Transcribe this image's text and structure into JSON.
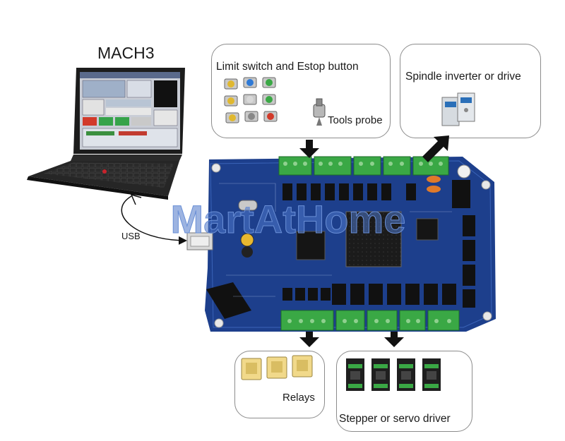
{
  "labels": {
    "mach3": "MACH3",
    "usb": "USB",
    "limit_switch": "Limit switch and Estop button",
    "tools_probe": "Tools probe",
    "spindle": "Spindle inverter or drive",
    "relays": "Relays",
    "stepper": "Stepper or servo driver"
  },
  "watermark": "MartAtHome",
  "colors": {
    "pcb": "#1d3f8c",
    "pcb_dark": "#14306e",
    "terminal_green": "#3aa845",
    "arrow": "#111111",
    "box_border": "#8c8c8c"
  },
  "icons": {
    "laptop": "laptop-icon",
    "board": "controller-board-icon",
    "switches": "switch-buttons-icon",
    "probe": "tools-probe-icon",
    "inverter": "inverter-icon",
    "relays": "relay-icon",
    "drivers": "stepper-driver-icon"
  }
}
